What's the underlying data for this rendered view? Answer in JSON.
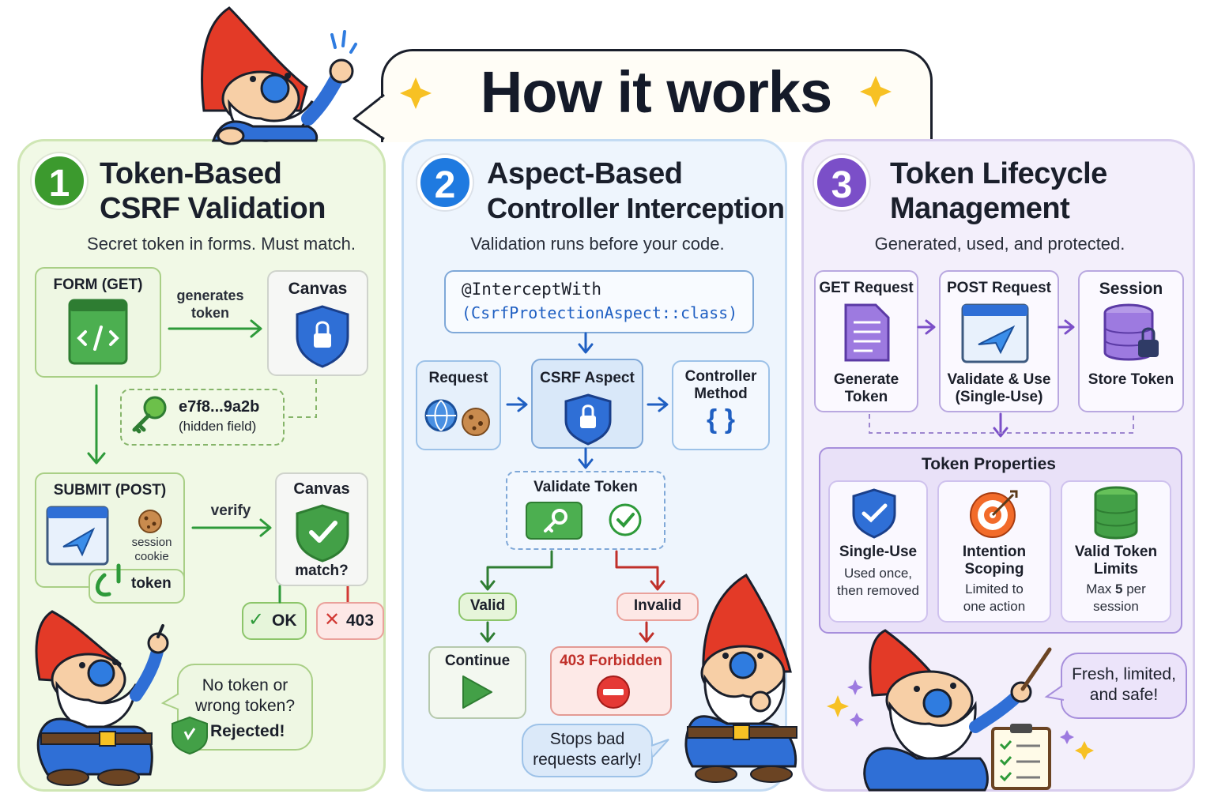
{
  "header": {
    "title": "How it works"
  },
  "panel1": {
    "number": "1",
    "title_line1": "Token-Based",
    "title_line2": "CSRF Validation",
    "subtitle": "Secret token in forms. Must match.",
    "form_get": "FORM (GET)",
    "generates_line1": "generates",
    "generates_line2": "token",
    "canvas_top": "Canvas",
    "token_value": "e7f8...9a2b",
    "token_hint": "(hidden field)",
    "submit_post": "SUBMIT (POST)",
    "session_line1": "session",
    "session_line2": "cookie",
    "token_label": "token",
    "verify": "verify",
    "canvas_bottom": "Canvas",
    "match": "match?",
    "ok": "OK",
    "forbidden_code": "403",
    "bubble_line1": "No token or",
    "bubble_line2": "wrong token?",
    "bubble_line3": "Rejected!"
  },
  "panel2": {
    "number": "2",
    "title_line1": "Aspect-Based",
    "title_line2": "Controller Interception",
    "subtitle": "Validation runs before your code.",
    "code_line1": "@InterceptWith",
    "code_line2": "(CsrfProtectionAspect::class)",
    "request": "Request",
    "csrf_aspect": "CSRF Aspect",
    "controller_line1": "Controller",
    "controller_line2": "Method",
    "braces": "{ }",
    "validate_token": "Validate Token",
    "valid": "Valid",
    "invalid": "Invalid",
    "continue": "Continue",
    "forbidden": "403 Forbidden",
    "bubble_line1": "Stops bad",
    "bubble_line2": "requests early!"
  },
  "panel3": {
    "number": "3",
    "title_line1": "Token Lifecycle",
    "title_line2": "Management",
    "subtitle": "Generated, used, and protected.",
    "get_request": "GET Request",
    "generate_line1": "Generate",
    "generate_line2": "Token",
    "post_request": "POST Request",
    "validate_line1": "Validate & Use",
    "validate_line2": "(Single-Use)",
    "session": "Session",
    "store_token": "Store Token",
    "properties_title": "Token Properties",
    "prop1_title": "Single-Use",
    "prop1_line1": "Used once,",
    "prop1_line2": "then removed",
    "prop2_title_line1": "Intention",
    "prop2_title_line2": "Scoping",
    "prop2_line1": "Limited to",
    "prop2_line2": "one action",
    "prop3_title_line1": "Valid Token",
    "prop3_title_line2": "Limits",
    "prop3_line1_pre": "Max ",
    "prop3_line1_num": "5",
    "prop3_line1_post": " per",
    "prop3_line2": "session",
    "bubble_line1": "Fresh, limited,",
    "bubble_line2": "and safe!"
  },
  "colors": {
    "green": "#3c9a2e",
    "blue": "#1f7ae0",
    "purple": "#7b4fc8",
    "red": "#d23a35",
    "navy": "#1a1f2b"
  },
  "icons": [
    "code-window-icon",
    "shield-lock-icon",
    "key-icon",
    "send-window-icon",
    "cookie-icon",
    "shield-check-icon",
    "globe-icon",
    "document-icon",
    "database-lock-icon",
    "target-icon",
    "database-icon",
    "play-icon",
    "no-entry-icon",
    "checklist-icon",
    "sparkle-icon",
    "gnome-mascot-icon"
  ]
}
